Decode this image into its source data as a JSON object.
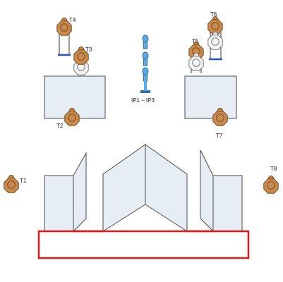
{
  "labels": {
    "t1": "T1",
    "t2": "T2",
    "t3": "T3",
    "t4": "T4",
    "t5": "T5",
    "t6": "T6",
    "t7": "T7",
    "t8": "T8",
    "ipsc": "IP1 – IP3"
  },
  "colors": {
    "target_fill": "#c98a4e",
    "target_stroke": "#7a4a1e",
    "noshoot_fill": "#f5f5f5",
    "wall_fill": "#e7edf4",
    "wall_stroke": "#4a4a4a",
    "shooting_box": "#e01818",
    "popper": "#5aa9e6",
    "stand_blue": "#2255cc"
  },
  "icons": {
    "target": "octagon-target-icon",
    "no_shoot": "white-no-shoot-target-icon",
    "popper": "pepper-popper-icon"
  }
}
